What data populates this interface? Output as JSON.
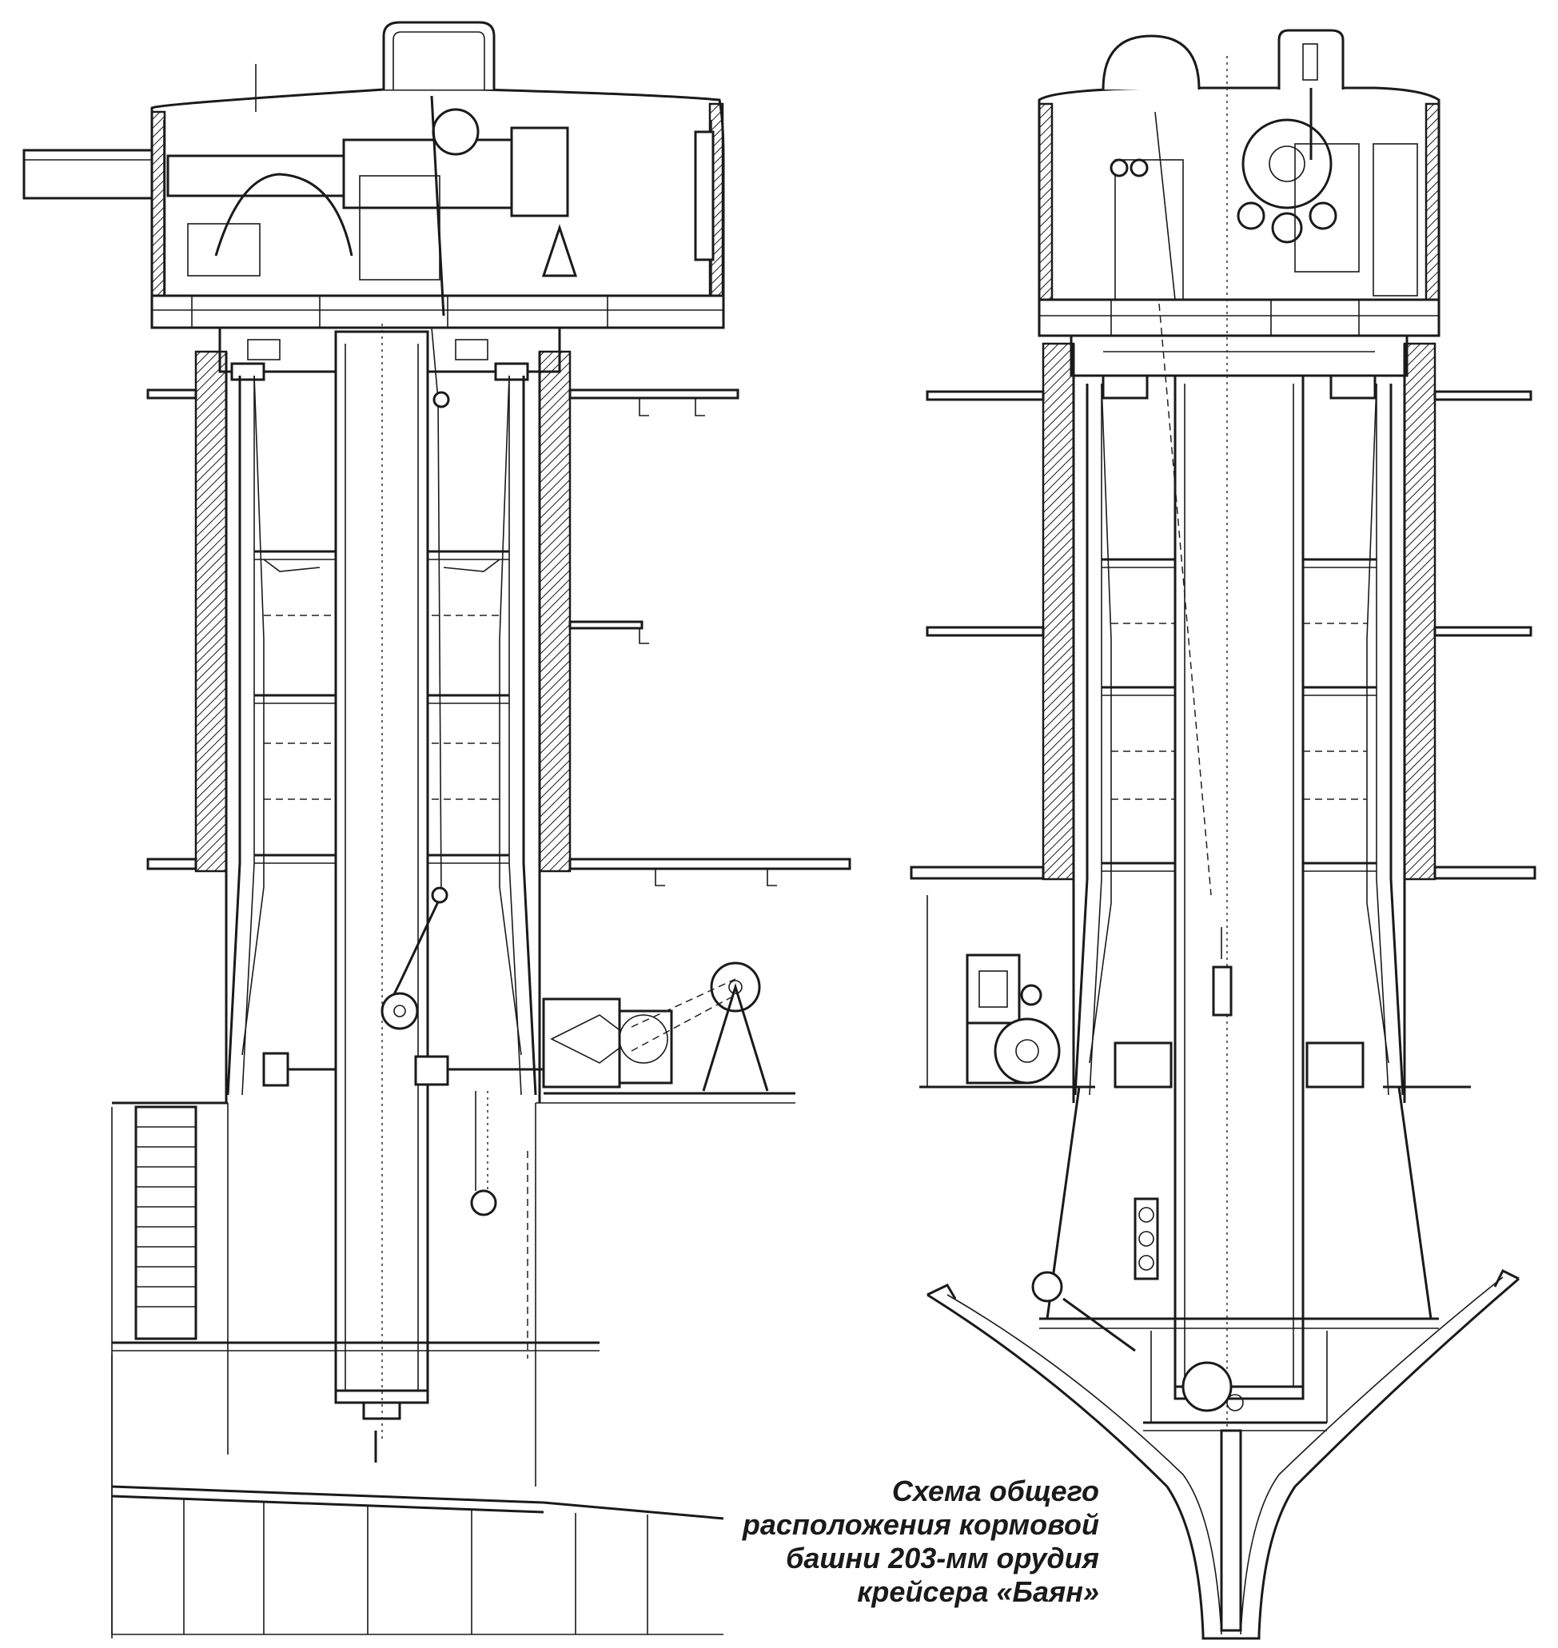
{
  "caption": {
    "lines": [
      "Схема общего",
      "расположения кормовой",
      "башни 203-мм орудия",
      "крейсера «Баян»"
    ]
  }
}
